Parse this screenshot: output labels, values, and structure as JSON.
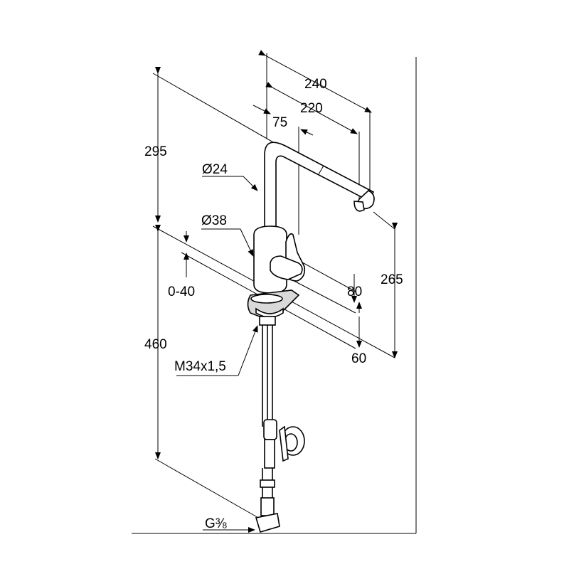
{
  "dimensions": {
    "d240": "240",
    "d220": "220",
    "d75": "75",
    "d295": "295",
    "d24": "Ø24",
    "d38": "Ø38",
    "d040": "0-40",
    "d80": "80",
    "d265": "265",
    "d460": "460",
    "d60": "60",
    "thread": "M34x1,5",
    "connection": "G⅜"
  }
}
